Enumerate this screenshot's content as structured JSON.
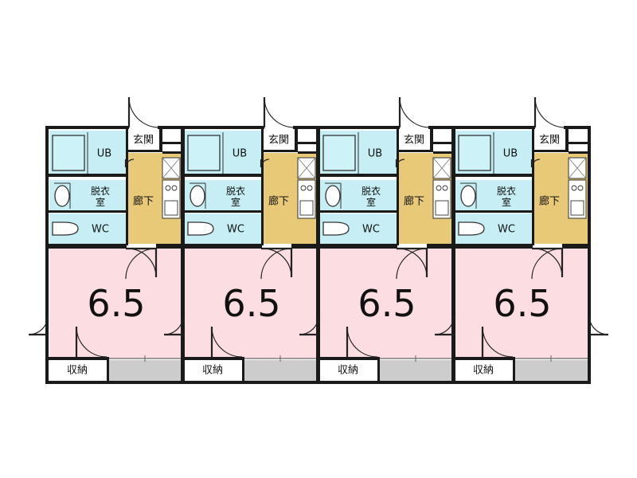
{
  "floor_plan": {
    "units": [
      {
        "labels": {
          "bath": "UB",
          "entrance": "玄関",
          "changing_1": "脱衣",
          "changing_2": "室",
          "hallway": "廊下",
          "toilet": "WC",
          "room_size": "6.5",
          "storage": "収納"
        }
      },
      {
        "labels": {
          "bath": "UB",
          "entrance": "玄関",
          "changing_1": "脱衣",
          "changing_2": "室",
          "hallway": "廊下",
          "toilet": "WC",
          "room_size": "6.5",
          "storage": "収納"
        }
      },
      {
        "labels": {
          "bath": "UB",
          "entrance": "玄関",
          "changing_1": "脱衣",
          "changing_2": "室",
          "hallway": "廊下",
          "toilet": "WC",
          "room_size": "6.5",
          "storage": "収納"
        }
      },
      {
        "labels": {
          "bath": "UB",
          "entrance": "玄関",
          "changing_1": "脱衣",
          "changing_2": "室",
          "hallway": "廊下",
          "toilet": "WC",
          "room_size": "6.5",
          "storage": "収納"
        }
      }
    ],
    "colors": {
      "wall": "#1a1a1a",
      "wet_area": "#c6eef4",
      "hallway": "#e8c978",
      "main_room": "#fbdde2",
      "balcony": "#cccccc"
    }
  }
}
